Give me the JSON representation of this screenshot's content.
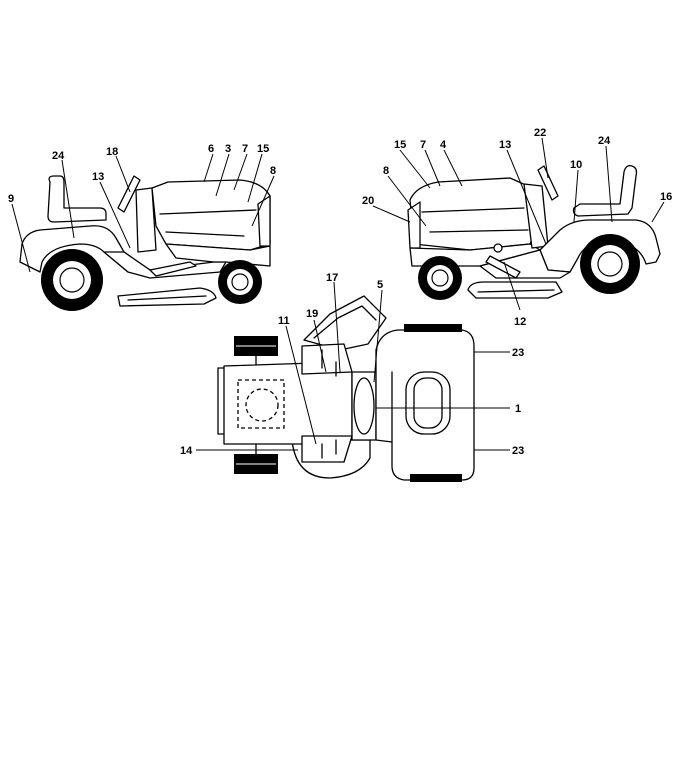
{
  "labels": {
    "l_9": "9",
    "l_24a": "24",
    "l_18": "18",
    "l_13a": "13",
    "l_6": "6",
    "l_3": "3",
    "l_7a": "7",
    "l_15a": "15",
    "l_8a": "8",
    "l_15b": "15",
    "l_7b": "7",
    "l_4": "4",
    "l_8b": "8",
    "l_20": "20",
    "l_13b": "13",
    "l_22": "22",
    "l_24b": "24",
    "l_10": "10",
    "l_16": "16",
    "l_12": "12",
    "l_17": "17",
    "l_5": "5",
    "l_11": "11",
    "l_19": "19",
    "l_23a": "23",
    "l_1": "1",
    "l_14": "14",
    "l_23b": "23"
  },
  "icons": [
    "left-side-tractor-view",
    "right-side-tractor-view",
    "top-tractor-view"
  ]
}
